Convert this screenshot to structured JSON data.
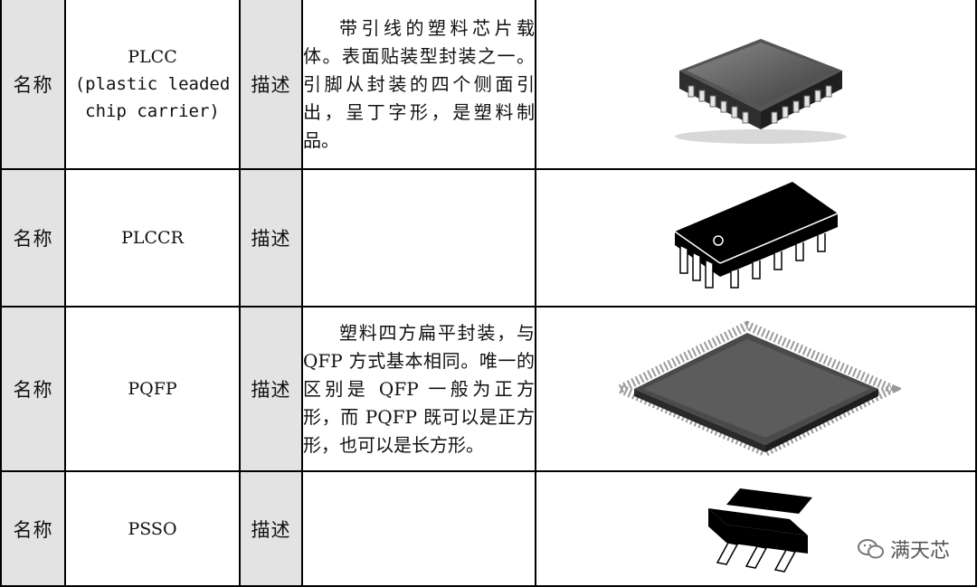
{
  "rows": [
    {
      "label_name": "名称",
      "name_lines": [
        "PLCC",
        "(plastic leaded",
        "chip carrier)"
      ],
      "label_desc": "描述",
      "description": "带引线的塑料芯片载体。表面贴装型封装之一。引脚从封装的四个侧面引出，呈丁字形，是塑料制品。",
      "icon": "plcc-chip-icon"
    },
    {
      "label_name": "名称",
      "name_lines": [
        "PLCCR"
      ],
      "label_desc": "描述",
      "description": "",
      "icon": "plccr-chip-icon"
    },
    {
      "label_name": "名称",
      "name_lines": [
        "PQFP"
      ],
      "label_desc": "描述",
      "description": "塑料四方扁平封装，与QFP 方式基本相同。唯一的区别是 QFP 一般为正方形，而 PQFP 既可以是正方形，也可以是长方形。",
      "icon": "pqfp-chip-icon"
    },
    {
      "label_name": "名称",
      "name_lines": [
        "PSSO"
      ],
      "label_desc": "描述",
      "description": "",
      "icon": "psso-chip-icon"
    }
  ],
  "watermark": {
    "text": "满天芯",
    "icon": "wechat-icon"
  }
}
